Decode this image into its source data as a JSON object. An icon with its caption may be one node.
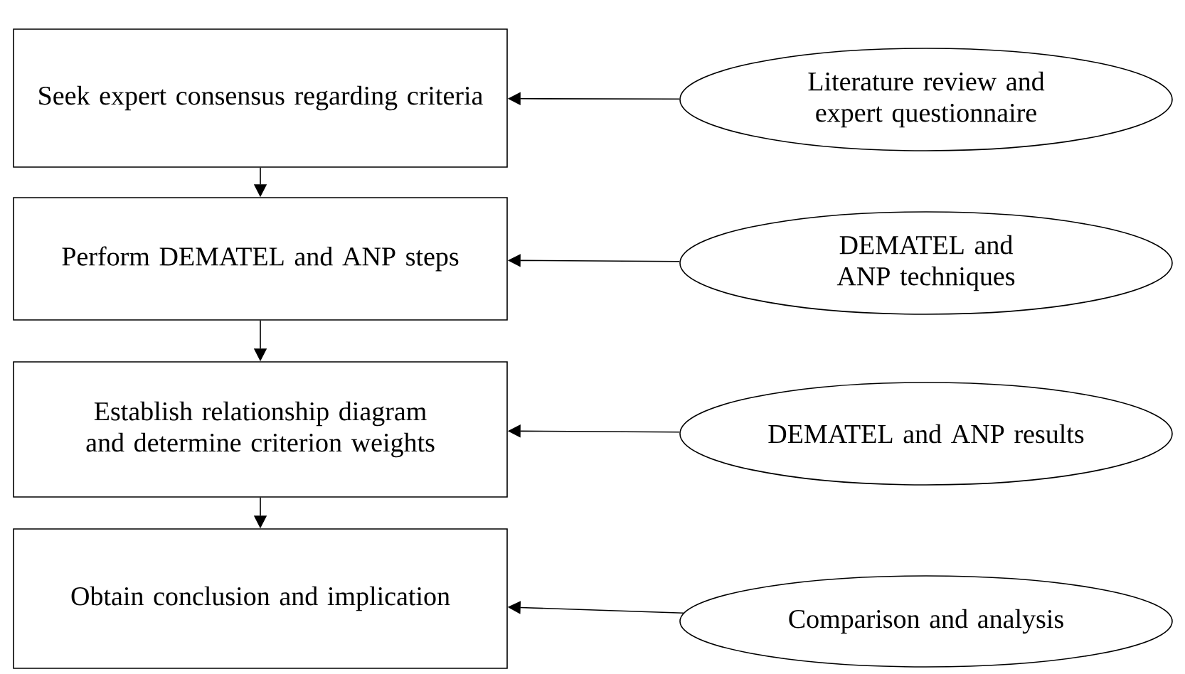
{
  "diagram": {
    "nodes": [
      {
        "text": [
          "Seek expert consensus regarding criteria"
        ]
      },
      {
        "text": [
          "Literature review and expert questionnaire"
        ]
      },
      {
        "text": [
          "Perform DEMATEL and ANP steps"
        ]
      },
      {
        "text": [
          "DEMATEL and ANP techniques"
        ]
      },
      {
        "text": [
          "Establish relationship diagram and determine criterion weights"
        ]
      },
      {
        "text": [
          "DEMATEL and ANP results"
        ]
      },
      {
        "text": [
          "Obtain conclusion and implication"
        ]
      },
      {
        "text": [
          "Comparison and analysis"
        ]
      }
    ],
    "edges": [
      {
        "from": 1,
        "to": 0,
        "arrow": "to"
      },
      {
        "from": 0,
        "to": 2,
        "arrow": "to"
      },
      {
        "from": 3,
        "to": 2,
        "arrow": "to"
      },
      {
        "from": 2,
        "to": 4,
        "arrow": "to"
      },
      {
        "from": 5,
        "to": 4,
        "arrow": "to"
      },
      {
        "from": 4,
        "to": 6,
        "arrow": "to"
      },
      {
        "from": 7,
        "to": 6,
        "arrow": "to"
      }
    ]
  }
}
